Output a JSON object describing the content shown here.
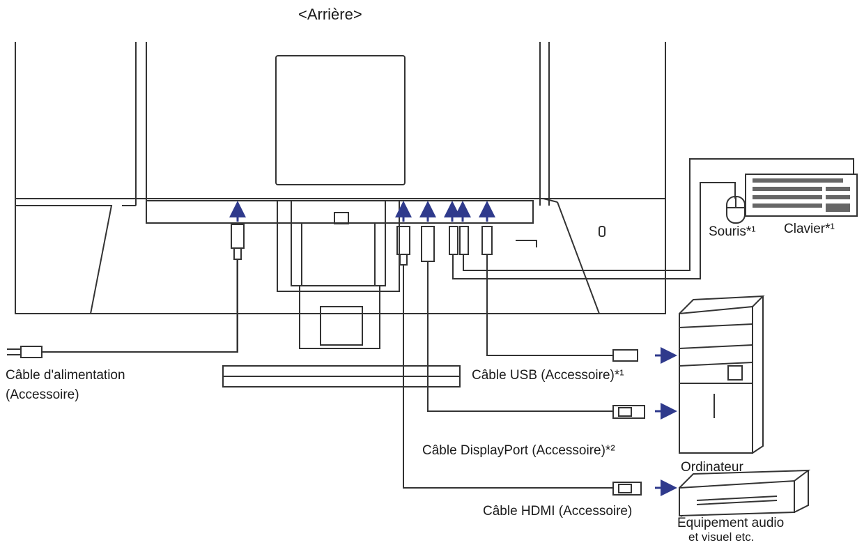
{
  "title": "<Arrière>",
  "labels": {
    "power_cable_line1": "Câble d'alimentation",
    "power_cable_line2": "(Accessoire)",
    "usb_cable": "Câble USB (Accessoire)*¹",
    "displayport_cable": "Câble DisplayPort (Accessoire)*²",
    "hdmi_cable": "Câble HDMI (Accessoire)",
    "mouse": "Souris*¹",
    "keyboard": "Clavier*¹",
    "computer": "Ordinateur",
    "av_equipment_line1": "Équipement audio",
    "av_equipment_line2": "et visuel etc."
  },
  "colors": {
    "line": "#333333",
    "arrow": "#2f3a8c",
    "panel": "#ffffff"
  }
}
